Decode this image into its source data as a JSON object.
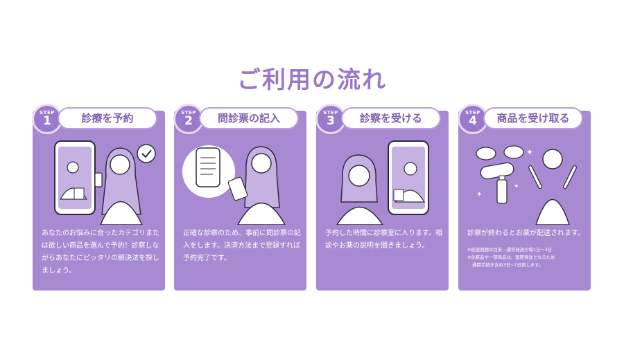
{
  "title": "ご利用の流れ",
  "steps": [
    {
      "label": "STEP",
      "number": "1",
      "heading": "診療を予約",
      "text": "あなたのお悩みに合ったカテゴリまたは欲しい商品を選んで予約！診察しながらあなたにピッタリの解決法を探しましょう。"
    },
    {
      "label": "STEP",
      "number": "2",
      "heading": "問診票の記入",
      "text": "正確な診察のため、事前に問診票の記入をします。決済方法まで登録すれば予約完了です。"
    },
    {
      "label": "STEP",
      "number": "3",
      "heading": "診察を受ける",
      "text": "予約した時間に診察室に入ります。相談やお薬の説明を聞きましょう。"
    },
    {
      "label": "STEP",
      "number": "4",
      "heading": "商品を受け取る",
      "text": "診察が終わるとお薬が配送されます。",
      "notes": [
        "※配送期間の目安…通常発送の場1日～3日",
        "※化粧品や一部商品は、国際発送となるため",
        "通関手続き含め3日~7日要します。"
      ]
    }
  ],
  "colors": {
    "card": "#a88ad2",
    "title": "#9a78c8",
    "badge": "#9b79cc",
    "tab_text": "#7e5fae"
  }
}
